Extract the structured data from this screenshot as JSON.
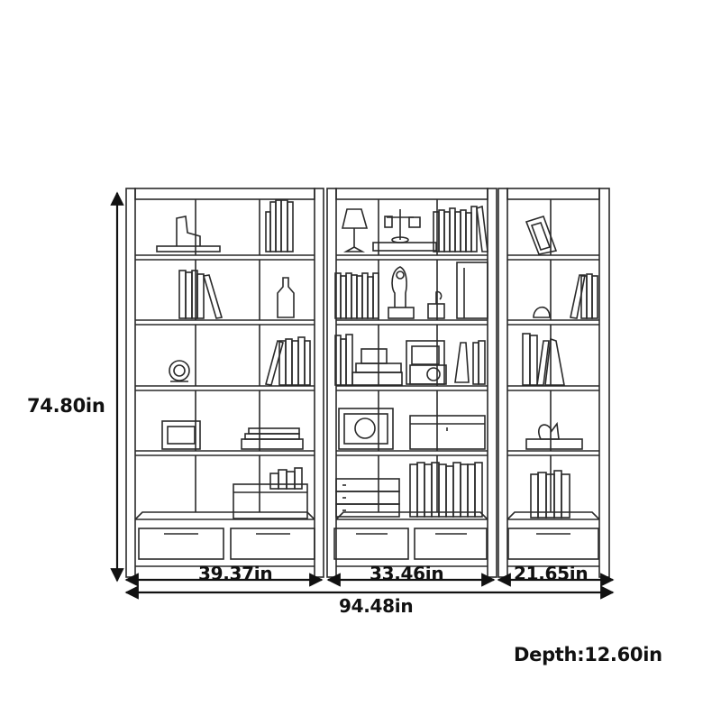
{
  "dimensions": {
    "height": "74.80in",
    "left_unit_width": "39.37in",
    "middle_unit_width": "33.46in",
    "right_unit_width": "21.65in",
    "total_width": "94.48in",
    "depth": "Depth:12.60in"
  },
  "colors": {
    "line": "#2a2a2a",
    "background": "#ffffff"
  }
}
